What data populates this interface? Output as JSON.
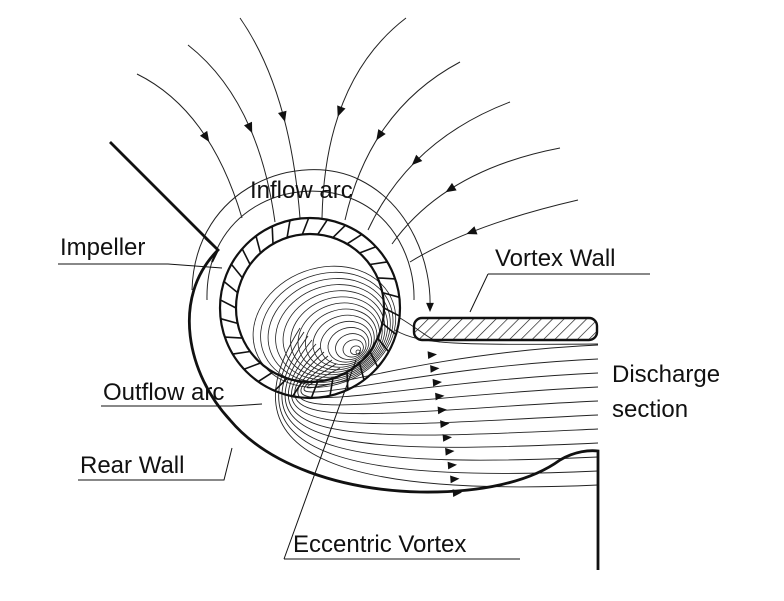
{
  "labels": {
    "inflow_arc": "Inflow arc",
    "impeller": "Impeller",
    "vortex_wall": "Vortex Wall",
    "discharge": "Discharge",
    "section": "section",
    "outflow_arc": "Outflow arc",
    "rear_wall": "Rear Wall",
    "eccentric_vortex": "Eccentric Vortex"
  },
  "colors": {
    "ink": "#111111",
    "paper": "#ffffff"
  }
}
